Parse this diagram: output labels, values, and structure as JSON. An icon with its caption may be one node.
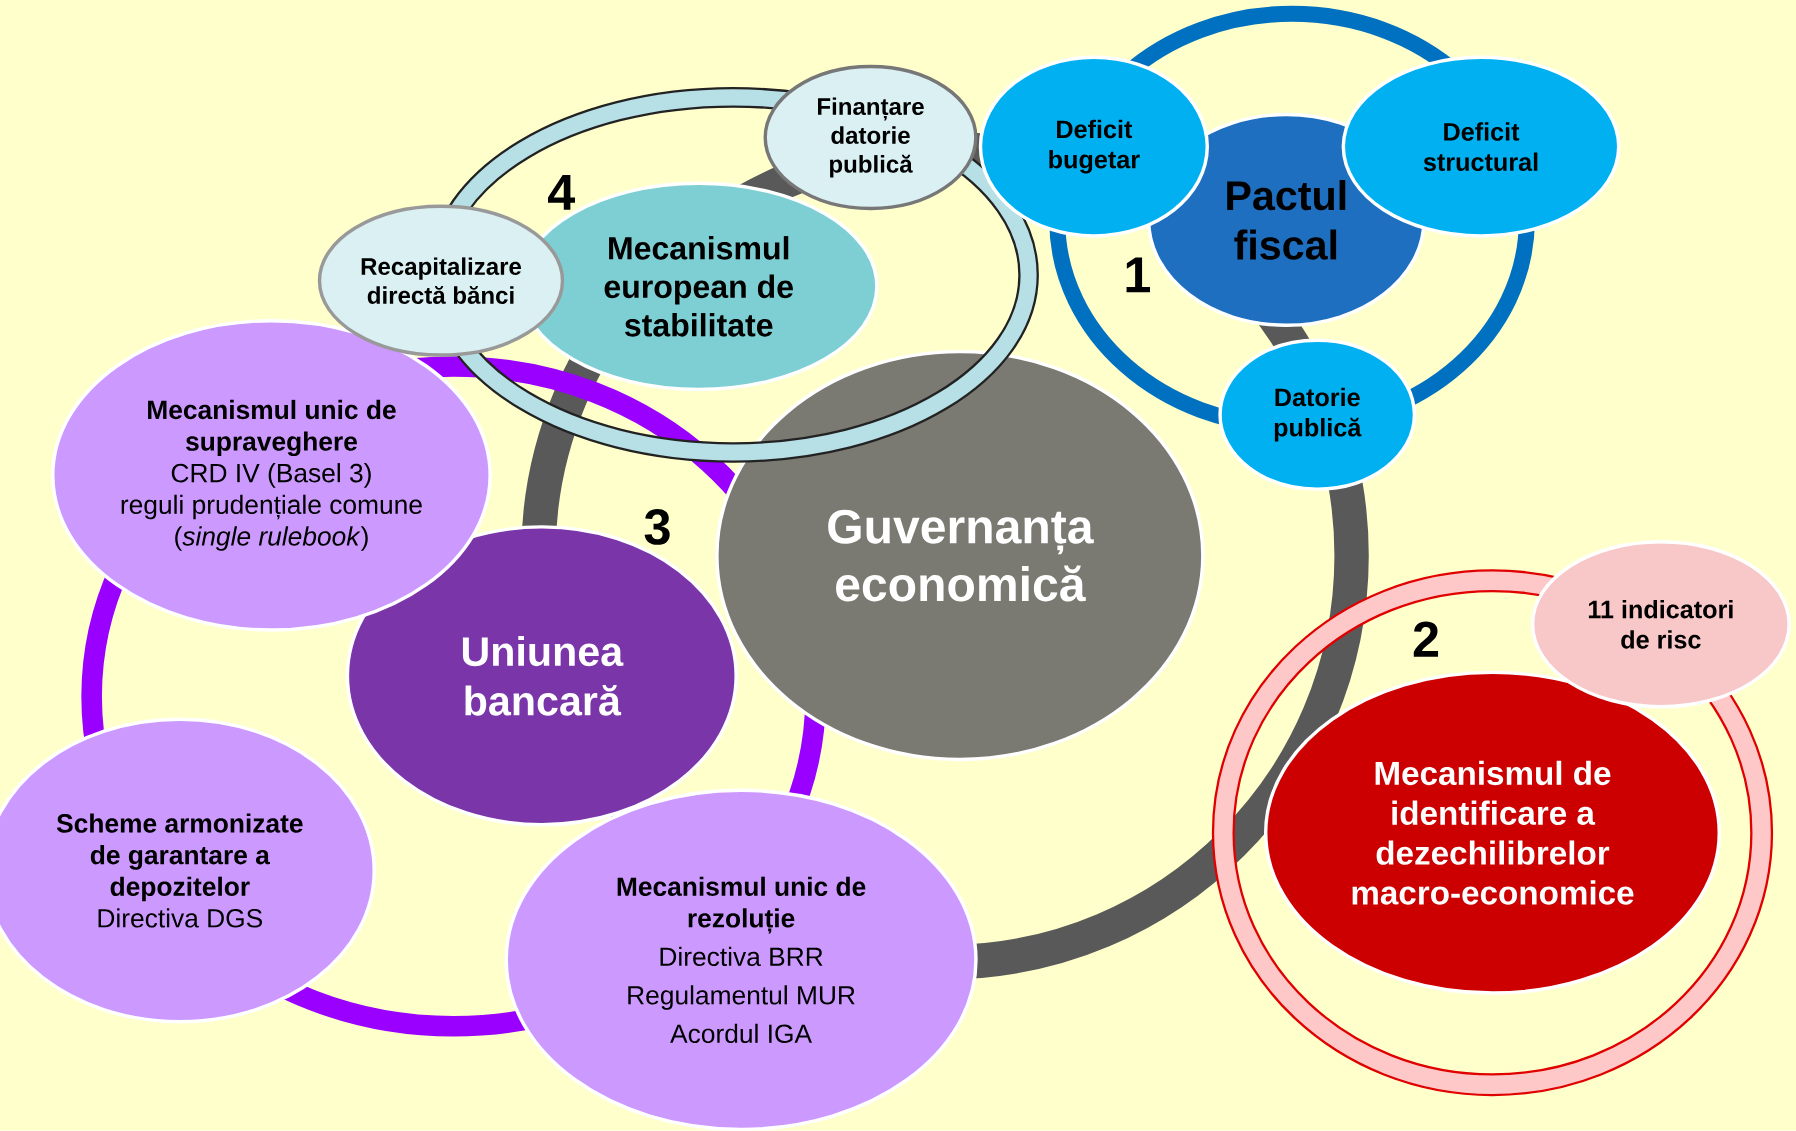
{
  "diagram": {
    "nodes": [
      {
        "text": [
          "Guvernanța economică"
        ]
      },
      {
        "text": [
          "Pactul fiscal"
        ]
      },
      {
        "text": [
          "Deficit bugetar"
        ]
      },
      {
        "text": [
          "Deficit structural"
        ]
      },
      {
        "text": [
          "Datorie publică"
        ]
      },
      {
        "text": [
          "Mecanismul de identificare a dezechilibrelor macro-economice"
        ]
      },
      {
        "text": [
          "11 indicatori de risc"
        ]
      },
      {
        "text": [
          "Uniunea bancară"
        ]
      },
      {
        "text": [
          "Mecanismul unic de supraveghere",
          "CRD IV (Basel 3)",
          "reguli prudențiale comune (*single rulebook*)"
        ]
      },
      {
        "text": [
          "Scheme armonizate de garantare a depozitelor",
          "Directiva DGS"
        ]
      },
      {
        "text": [
          "Mecanismul unic de rezoluție",
          "Directiva BRR",
          "Regulamentul MUR",
          "Acordul IGA"
        ]
      },
      {
        "text": [
          "Mecanismul european de stabilitate"
        ]
      },
      {
        "text": [
          "Recapitalizare directă bănci"
        ]
      },
      {
        "text": [
          "Finanțare datorie publică"
        ]
      }
    ],
    "labels": [
      "4",
      "1",
      "3",
      "2"
    ]
  }
}
